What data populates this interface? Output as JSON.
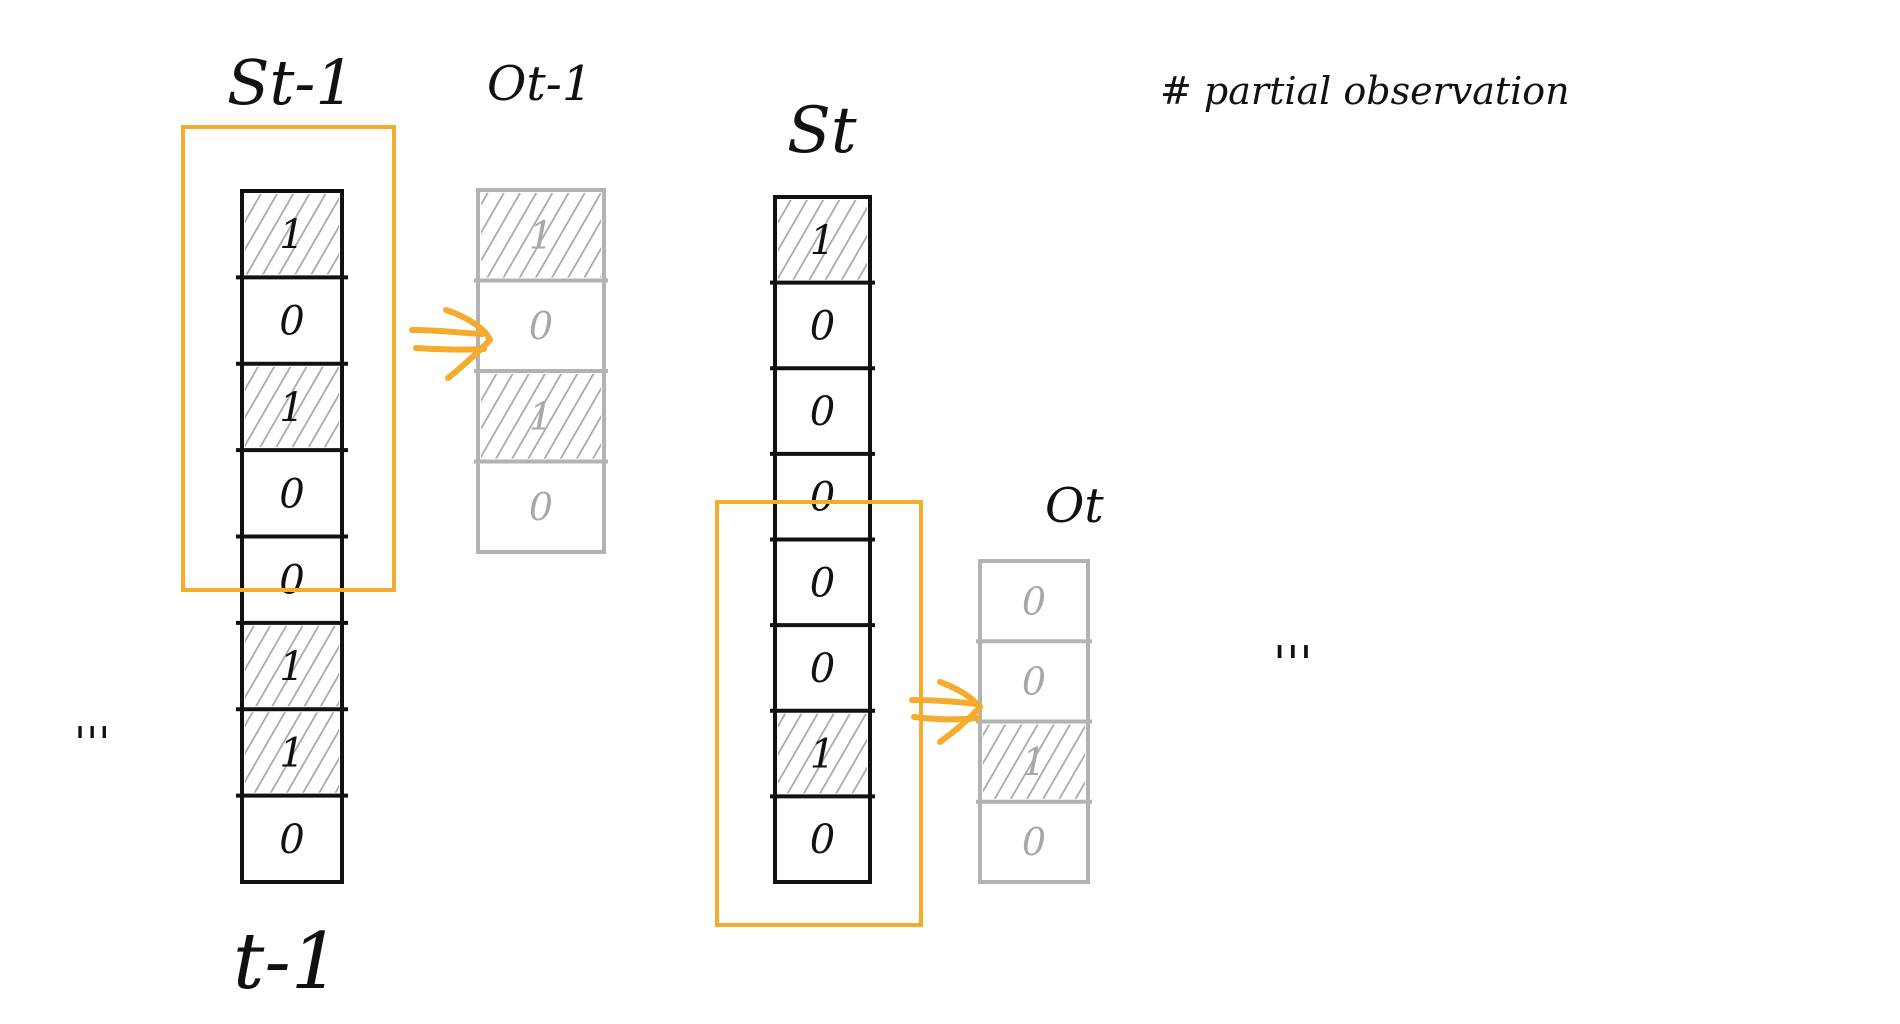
{
  "labels": {
    "s_prev": "St-1",
    "o_prev": "Ot-1",
    "s_curr": "St",
    "o_curr": "Ot",
    "time_prev": "t-1",
    "note": "# partial observation",
    "ellipsis_left": "'''",
    "ellipsis_right": "'''"
  },
  "state_prev": {
    "cells": [
      "1",
      "0",
      "1",
      "0",
      "0",
      "1",
      "1",
      "0"
    ],
    "shaded": [
      true,
      false,
      true,
      false,
      false,
      true,
      true,
      false
    ]
  },
  "obs_prev": {
    "cells": [
      "1",
      "0",
      "1",
      "0"
    ],
    "shaded": [
      true,
      false,
      true,
      false
    ]
  },
  "state_curr": {
    "cells": [
      "1",
      "0",
      "0",
      "0",
      "0",
      "0",
      "1",
      "0"
    ],
    "shaded": [
      true,
      false,
      false,
      false,
      false,
      false,
      true,
      false
    ]
  },
  "obs_curr": {
    "cells": [
      "0",
      "0",
      "1",
      "0"
    ],
    "shaded": [
      false,
      false,
      true,
      false
    ]
  },
  "colors": {
    "ink": "#111111",
    "window": "#f5ac2e",
    "observation": "#b3b3b3",
    "hatch": "#a8a8a8"
  }
}
